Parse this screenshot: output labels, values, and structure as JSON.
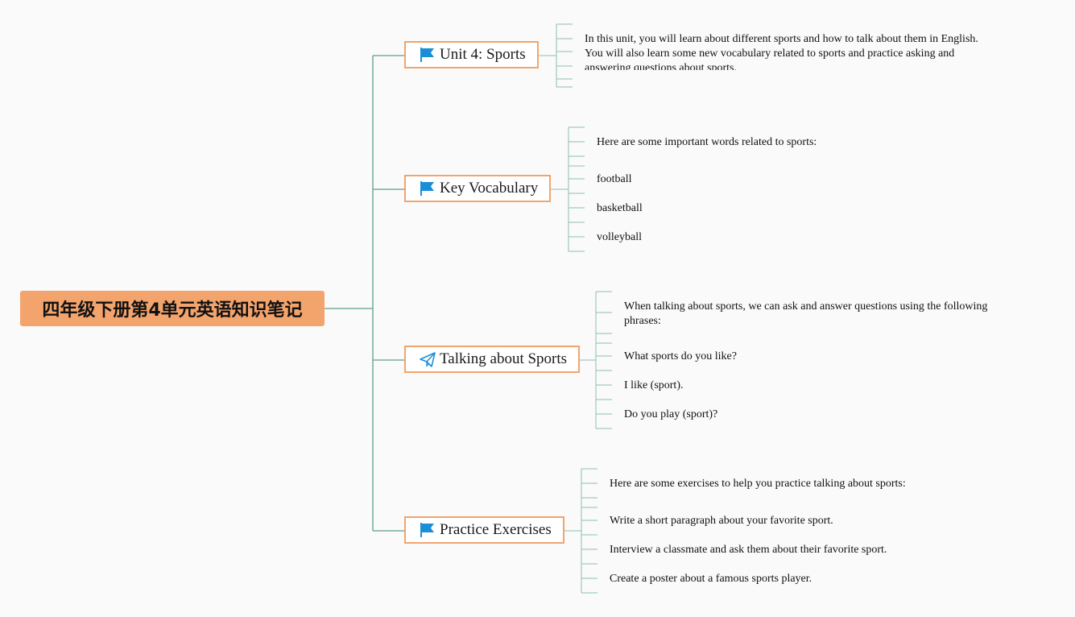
{
  "root": {
    "title": "四年级下册第4单元英语知识笔记"
  },
  "branches": [
    {
      "label": "Unit 4: Sports",
      "icon": "flag-icon",
      "items": [
        "In this unit, you will learn about different sports and how to talk about them in English. You will also learn some new vocabulary related to sports and practice asking and answering questions about sports."
      ]
    },
    {
      "label": "Key Vocabulary",
      "icon": "flag-icon",
      "items": [
        "Here are some important words related to sports:",
        "football",
        "basketball",
        "volleyball"
      ]
    },
    {
      "label": "Talking about Sports",
      "icon": "paper-plane-icon",
      "items": [
        "When talking about sports, we can ask and answer questions using the following phrases:",
        "What sports do you like?",
        "I like (sport).",
        "Do you play (sport)?"
      ]
    },
    {
      "label": "Practice Exercises",
      "icon": "flag-icon",
      "items": [
        "Here are some exercises to help you practice talking about sports:",
        "Write a short paragraph about your favorite sport.",
        "Interview a classmate and ask them about their favorite sport.",
        "Create a poster about a famous sports player."
      ]
    }
  ],
  "colors": {
    "root_fill": "#f3a46c",
    "topic_border": "#f0a56e",
    "connector": "#5a9b8a",
    "flag": "#1a8fd8"
  }
}
